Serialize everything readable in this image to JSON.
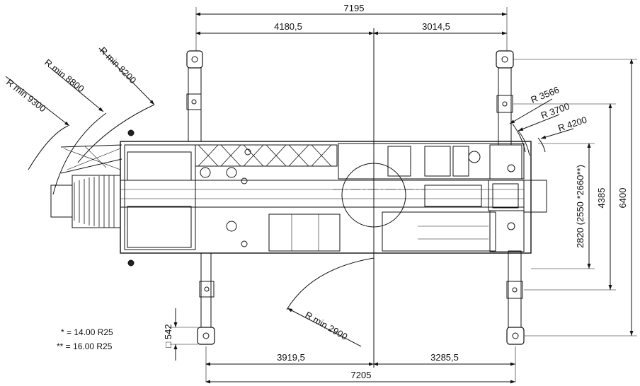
{
  "dimensions": {
    "top_total": "7195",
    "top_left": "4180,5",
    "top_right": "3014,5",
    "bottom_total": "7205",
    "bottom_left": "3919,5",
    "bottom_right": "3285,5",
    "right_total": "6400",
    "right_mid": "4385",
    "right_half": "2820 (2550 *2660**)",
    "pad_size": "□ 542"
  },
  "radii": {
    "r9300": "R min 9300",
    "r8800": "R min 8800",
    "r8200": "R min 8200",
    "r3566": "R 3566",
    "r3700": "R 3700",
    "r4200": "R 4200",
    "r2900": "R min 2900"
  },
  "notes": {
    "single_star": "* = 14.00 R25",
    "double_star": "** = 16.00 R25"
  }
}
